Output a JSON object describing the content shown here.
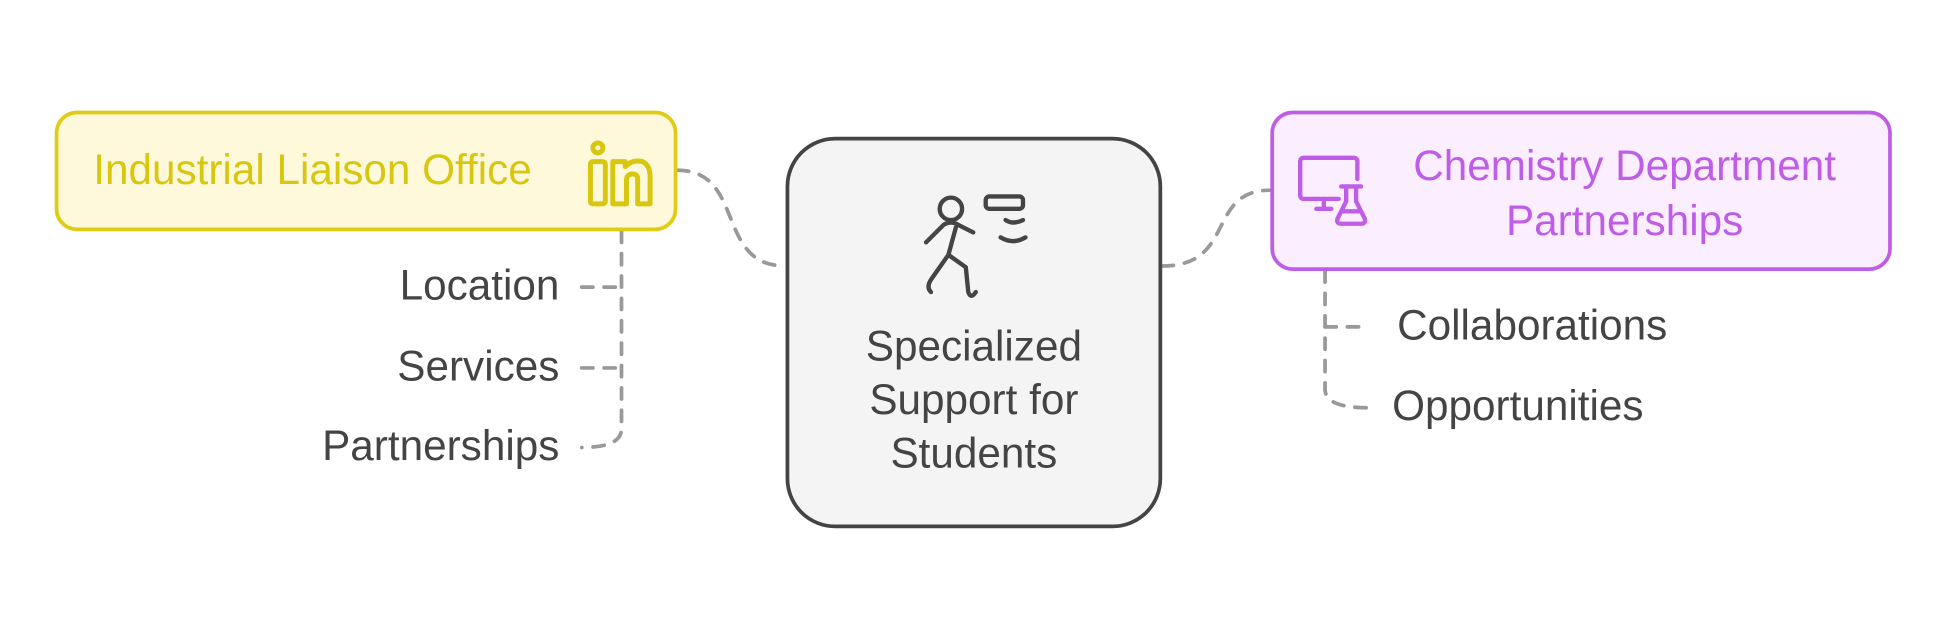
{
  "center": {
    "lines": [
      "Specialized",
      "Support for",
      "Students"
    ],
    "icon": "running-person-icon"
  },
  "left_node": {
    "title": "Industrial Liaison Office",
    "icon": "linkedin-icon",
    "color": "#e0cc16",
    "children": [
      "Location",
      "Services",
      "Partnerships"
    ]
  },
  "right_node": {
    "title_lines": [
      "Chemistry Department",
      "Partnerships"
    ],
    "icon": "computer-flask-icon",
    "color": "#bf5de6",
    "children": [
      "Collaborations",
      "Opportunities"
    ]
  }
}
